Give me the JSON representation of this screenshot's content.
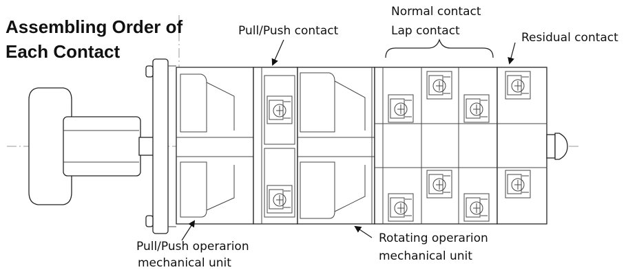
{
  "title": {
    "line1": "Assembling Order of",
    "line2": "Each Contact"
  },
  "labels": {
    "pull_push_contact": "Pull/Push contact",
    "normal_contact": "Normal contact",
    "lap_contact": "Lap contact",
    "residual_contact": "Residual contact",
    "pull_push_unit_line1": "Pull/Push operarion",
    "pull_push_unit_line2": "mechanical unit",
    "rotating_unit_line1": "Rotating operarion",
    "rotating_unit_line2": "mechanical unit"
  }
}
